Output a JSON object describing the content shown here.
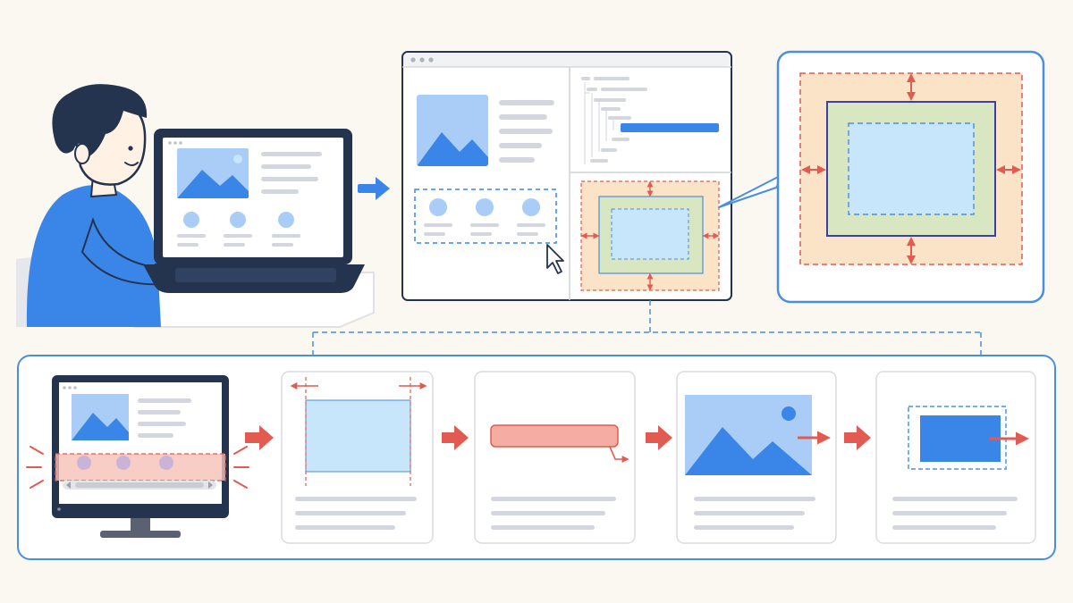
{
  "colors": {
    "background": "#fbf8f1",
    "accent_blue": "#3a86e8",
    "light_blue": "#a9cdf7",
    "pale_blue": "#c7e6fb",
    "navy": "#24344f",
    "skin": "#fff1e4",
    "red_arrow": "#e25b52",
    "margin_orange": "#fbe3c8",
    "padding_green": "#d8e7c2",
    "border_indigo": "#3d3fa8",
    "gray_line": "#d3d6dc",
    "panel_border": "#4a8ee0"
  },
  "icons": [
    "person-at-laptop",
    "laptop-icon",
    "blue-arrow-icon",
    "mouse-pointer-icon",
    "devtools-window",
    "box-model-zoom",
    "monitor-icon",
    "image-placeholder-icon",
    "red-arrow-icon"
  ],
  "pipeline_steps": [
    "monitor-scroll-overflow",
    "width-exceeds-container",
    "text-input-overflow",
    "image-overflow",
    "element-overflow"
  ]
}
